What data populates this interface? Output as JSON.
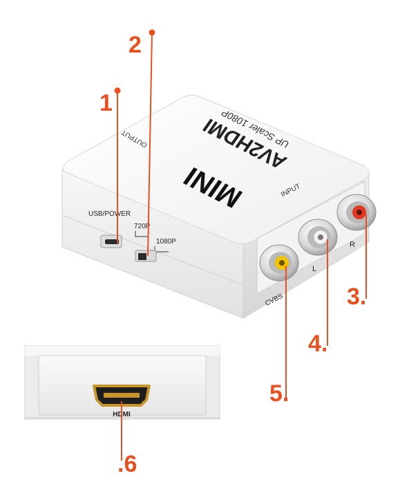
{
  "device": {
    "top_line1": "AV2HDMI",
    "top_line2": "UP Scaler 1080P",
    "logo_text": "MINI",
    "output_label": "OUTPUT",
    "input_label": "INPUT",
    "usb_label": "USB/POWER",
    "switch_left": "720P",
    "switch_right": "1080P",
    "port_l": "L",
    "port_r": "R",
    "port_cvbs": "CVBS",
    "hdmi_label": "HDMI"
  },
  "callouts": {
    "c1": "1",
    "c2": "2",
    "c3": "3.",
    "c4": "4.",
    "c5": "5.",
    "c6": ".6"
  },
  "colors": {
    "accent": "#e8501f",
    "rca_red": "#e23a22",
    "rca_yellow": "#f2c500",
    "rca_white": "#f2f2f2",
    "hdmi_gold": "#c8952c"
  }
}
